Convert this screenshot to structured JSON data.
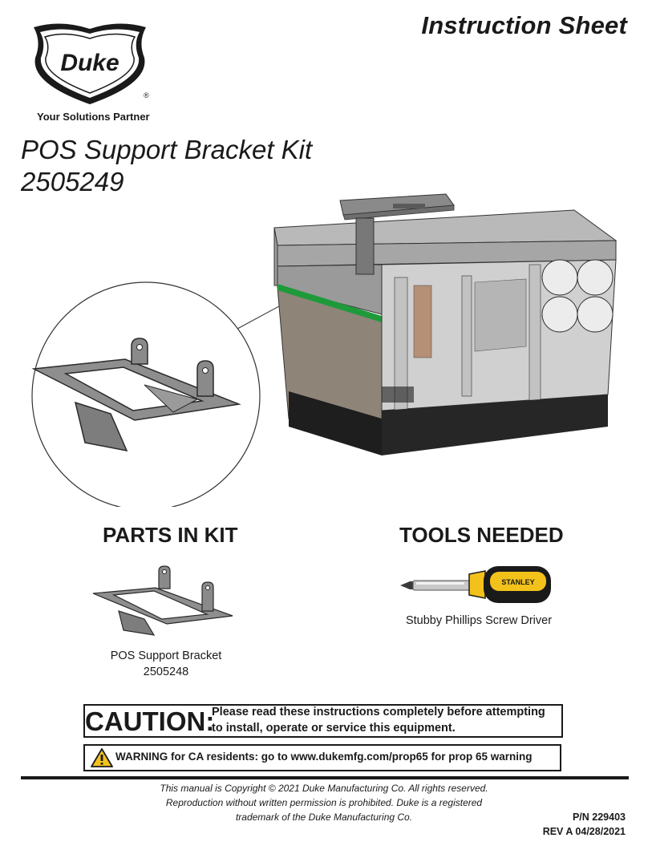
{
  "header": {
    "doc_type": "Instruction Sheet",
    "brand": "Duke",
    "registered_mark": "®",
    "tagline": "Your Solutions Partner"
  },
  "product": {
    "title": "POS Support Bracket Kit",
    "number": "2505249"
  },
  "parts": {
    "heading": "PARTS IN KIT",
    "items": [
      {
        "name": "POS Support Bracket",
        "number": "2505248"
      }
    ]
  },
  "tools": {
    "heading": "TOOLS NEEDED",
    "items": [
      {
        "name": "Stubby Phillips Screw Driver",
        "brand_mark": "STANLEY"
      }
    ]
  },
  "caution": {
    "label": "CAUTION:",
    "line1": "Please read these instructions completely before attempting",
    "line2": "to install, operate or service this equipment."
  },
  "warning": {
    "text": "WARNING for CA residents: go to www.dukemfg.com/prop65 for prop 65 warning",
    "icon": "warning-triangle-icon"
  },
  "footer": {
    "copyright_line1": "This manual is Copyright © 2021 Duke Manufacturing Co. All rights reserved.",
    "copyright_line2": "Reproduction without written permission is prohibited. Duke is a registered",
    "copyright_line3": "trademark of the Duke Manufacturing Co.",
    "part_number": "P/N 229403",
    "revision": "REV A 04/28/2021"
  },
  "colors": {
    "text": "#1a1a1a",
    "accent_green": "#1f9a3a",
    "tool_yellow": "#f2c21b",
    "panel_wood": "#8f8478"
  }
}
